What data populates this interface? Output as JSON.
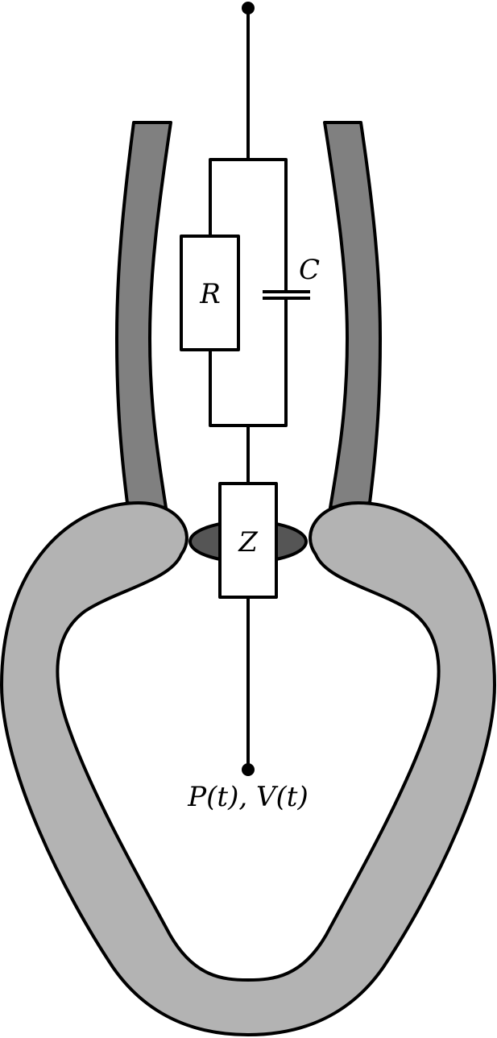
{
  "diagram": {
    "labels": {
      "resistor": "R",
      "capacitor": "C",
      "impedance": "Z",
      "output": "P(t), V(t)"
    },
    "colors": {
      "vessel": "#808080",
      "heart": "#b3b3b3",
      "valve": "#555555",
      "stroke": "#000000",
      "component_fill": "#ffffff"
    }
  }
}
